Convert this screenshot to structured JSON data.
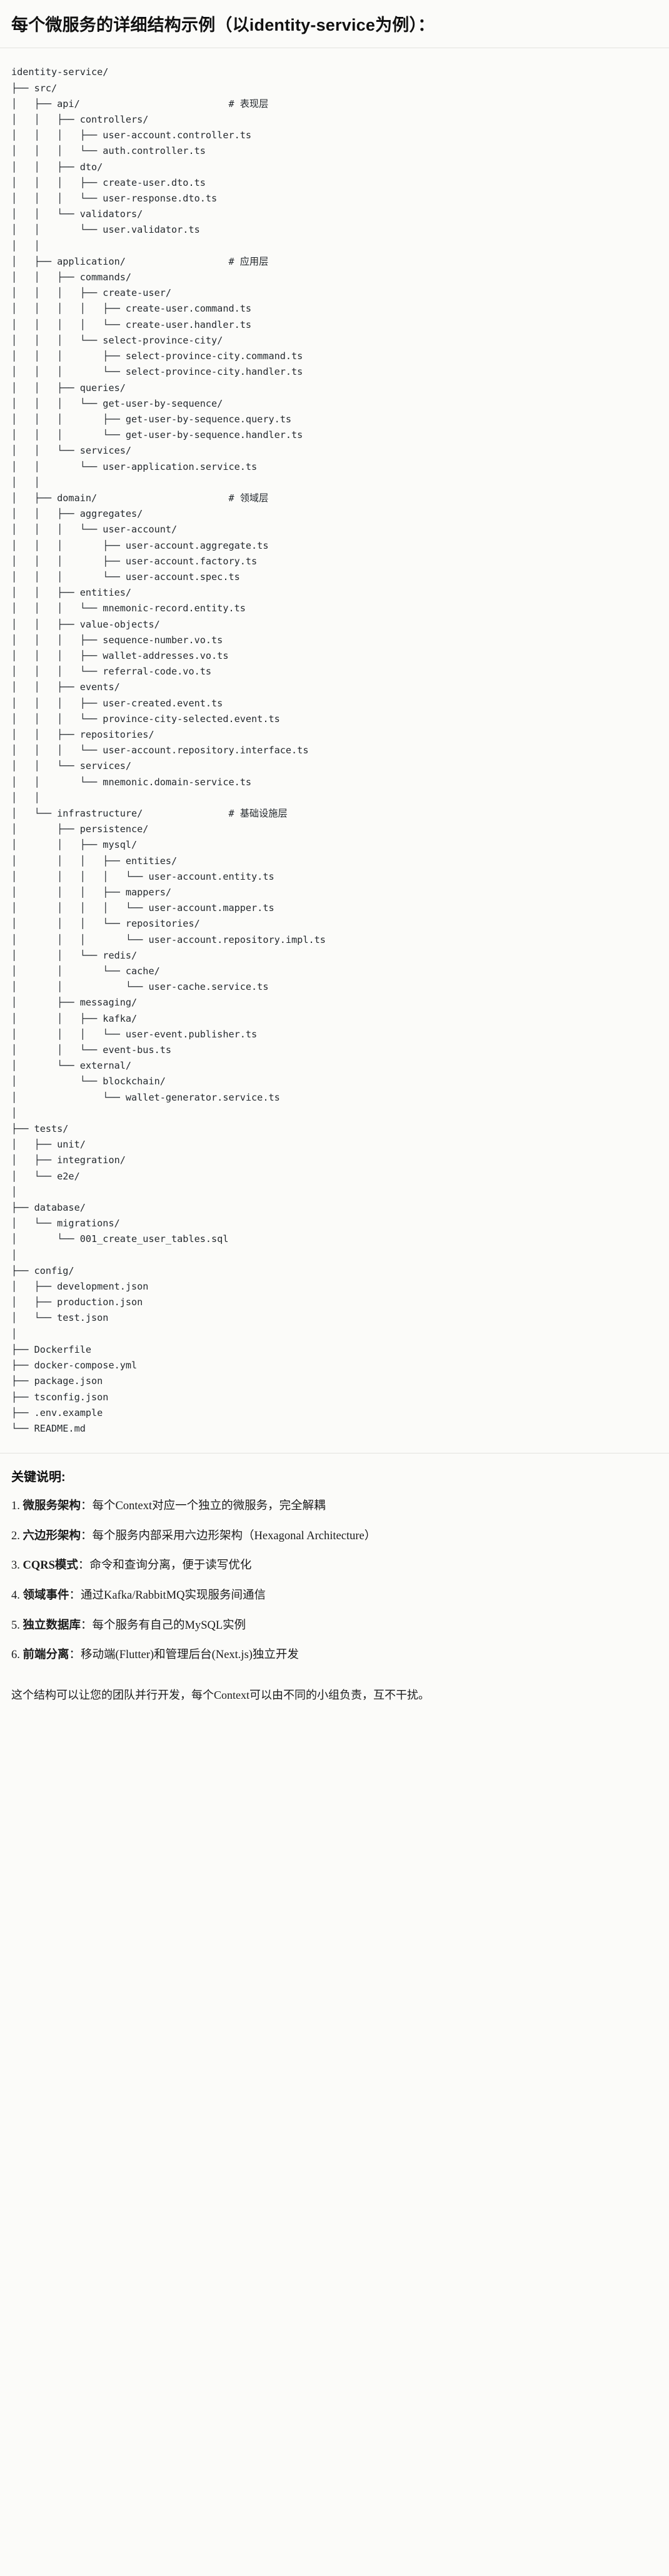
{
  "document": {
    "heading": "每个微服务的详细结构示例（以identity-service为例）：",
    "tree_root": "identity-service/",
    "tree_text": "identity-service/\n├── src/\n│   ├── api/                          # 表现层\n│   │   ├── controllers/\n│   │   │   ├── user-account.controller.ts\n│   │   │   └── auth.controller.ts\n│   │   ├── dto/\n│   │   │   ├── create-user.dto.ts\n│   │   │   └── user-response.dto.ts\n│   │   └── validators/\n│   │       └── user.validator.ts\n│   │\n│   ├── application/                  # 应用层\n│   │   ├── commands/\n│   │   │   ├── create-user/\n│   │   │   │   ├── create-user.command.ts\n│   │   │   │   └── create-user.handler.ts\n│   │   │   └── select-province-city/\n│   │   │       ├── select-province-city.command.ts\n│   │   │       └── select-province-city.handler.ts\n│   │   ├── queries/\n│   │   │   └── get-user-by-sequence/\n│   │   │       ├── get-user-by-sequence.query.ts\n│   │   │       └── get-user-by-sequence.handler.ts\n│   │   └── services/\n│   │       └── user-application.service.ts\n│   │\n│   ├── domain/                       # 领域层\n│   │   ├── aggregates/\n│   │   │   └── user-account/\n│   │   │       ├── user-account.aggregate.ts\n│   │   │       ├── user-account.factory.ts\n│   │   │       └── user-account.spec.ts\n│   │   ├── entities/\n│   │   │   └── mnemonic-record.entity.ts\n│   │   ├── value-objects/\n│   │   │   ├── sequence-number.vo.ts\n│   │   │   ├── wallet-addresses.vo.ts\n│   │   │   └── referral-code.vo.ts\n│   │   ├── events/\n│   │   │   ├── user-created.event.ts\n│   │   │   └── province-city-selected.event.ts\n│   │   ├── repositories/\n│   │   │   └── user-account.repository.interface.ts\n│   │   └── services/\n│   │       └── mnemonic.domain-service.ts\n│   │\n│   └── infrastructure/               # 基础设施层\n│       ├── persistence/\n│       │   ├── mysql/\n│       │   │   ├── entities/\n│       │   │   │   └── user-account.entity.ts\n│       │   │   ├── mappers/\n│       │   │   │   └── user-account.mapper.ts\n│       │   │   └── repositories/\n│       │   │       └── user-account.repository.impl.ts\n│       │   └── redis/\n│       │       └── cache/\n│       │           └── user-cache.service.ts\n│       ├── messaging/\n│       │   ├── kafka/\n│       │   │   └── user-event.publisher.ts\n│       │   └── event-bus.ts\n│       └── external/\n│           └── blockchain/\n│               └── wallet-generator.service.ts\n│\n├── tests/\n│   ├── unit/\n│   ├── integration/\n│   └── e2e/\n│\n├── database/\n│   └── migrations/\n│       └── 001_create_user_tables.sql\n│\n├── config/\n│   ├── development.json\n│   ├── production.json\n│   └── test.json\n│\n├── Dockerfile\n├── docker-compose.yml\n├── package.json\n├── tsconfig.json\n├── .env.example\n└── README.md",
    "layer_comments": [
      {
        "path": "api/",
        "comment": "# 表现层"
      },
      {
        "path": "application/",
        "comment": "# 应用层"
      },
      {
        "path": "domain/",
        "comment": "# 领域层"
      },
      {
        "path": "infrastructure/",
        "comment": "# 基础设施层"
      }
    ]
  },
  "keypoints": {
    "title": "关键说明:",
    "items": [
      {
        "num": "1.",
        "term": "微服务架构",
        "sep": "：",
        "desc": "每个Context对应一个独立的微服务，完全解耦"
      },
      {
        "num": "2.",
        "term": "六边形架构",
        "sep": "：",
        "desc": "每个服务内部采用六边形架构（Hexagonal Architecture）"
      },
      {
        "num": "3.",
        "term": "CQRS模式",
        "sep": "：",
        "desc": "命令和查询分离，便于读写优化"
      },
      {
        "num": "4.",
        "term": "领域事件",
        "sep": "：",
        "desc": "通过Kafka/RabbitMQ实现服务间通信"
      },
      {
        "num": "5.",
        "term": "独立数据库",
        "sep": "：",
        "desc": "每个服务有自己的MySQL实例"
      },
      {
        "num": "6.",
        "term": "前端分离",
        "sep": "：",
        "desc": "移动端(Flutter)和管理后台(Next.js)独立开发"
      }
    ],
    "footer": "这个结构可以让您的团队并行开发，每个Context可以由不同的小组负责，互不干扰。"
  },
  "colors": {
    "background": "#fbfbf9",
    "text": "#1b1b1b",
    "code_text": "#24292e",
    "rule": "#e3e3df"
  }
}
